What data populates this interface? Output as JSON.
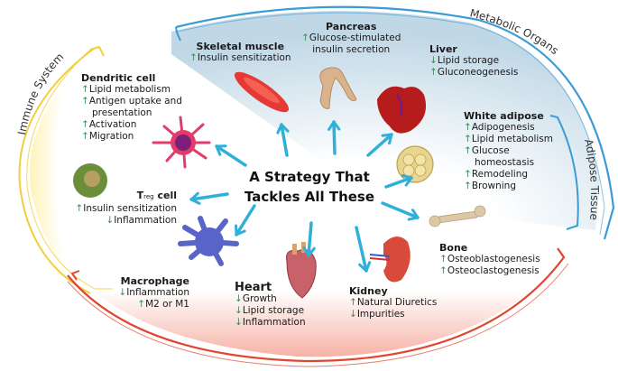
{
  "center": {
    "line1": "A Strategy That",
    "line2": "Tackles All These"
  },
  "groups": {
    "immune": {
      "label": "Immune System",
      "color": "#f2cf3a"
    },
    "metabolic": {
      "label": "Metabolic Organs",
      "color": "#3a9bd5"
    },
    "adipose": {
      "label": "Adipose Tissue",
      "color": "#3a9bd5"
    },
    "bottom": {
      "color": "#e0452f"
    }
  },
  "arrow_color": "#2fb0d8",
  "effect_color": "#3b8a5a",
  "targets": {
    "skeletal_muscle": {
      "title": "Skeletal muscle",
      "effects": [
        {
          "dir": "up",
          "text": "Insulin sensitization"
        }
      ]
    },
    "pancreas": {
      "title": "Pancreas",
      "effects": [
        {
          "dir": "up",
          "text": "Glucose-stimulated"
        },
        {
          "dir": "none",
          "text": "insulin secretion"
        }
      ]
    },
    "liver": {
      "title": "Liver",
      "effects": [
        {
          "dir": "down",
          "text": "Lipid storage"
        },
        {
          "dir": "up",
          "text": "Gluconeogenesis"
        }
      ]
    },
    "white_adipose": {
      "title": "White adipose",
      "effects": [
        {
          "dir": "up",
          "text": "Adipogenesis"
        },
        {
          "dir": "up",
          "text": "Lipid metabolism"
        },
        {
          "dir": "up",
          "text": "Glucose"
        },
        {
          "dir": "none",
          "text": "homeostasis"
        },
        {
          "dir": "up",
          "text": "Remodeling"
        },
        {
          "dir": "up",
          "text": "Browning"
        }
      ]
    },
    "bone": {
      "title": "Bone",
      "effects": [
        {
          "dir": "up",
          "text": "Osteoblastogenesis"
        },
        {
          "dir": "up",
          "text": "Osteoclastogenesis"
        }
      ]
    },
    "kidney": {
      "title": "Kidney",
      "effects": [
        {
          "dir": "up",
          "text": "Natural Diuretics"
        },
        {
          "dir": "down",
          "text": "Impurities"
        }
      ]
    },
    "heart": {
      "title": "Heart",
      "effects": [
        {
          "dir": "down",
          "text": "Growth"
        },
        {
          "dir": "down",
          "text": "Lipid storage"
        },
        {
          "dir": "down",
          "text": "Inflammation"
        }
      ]
    },
    "macrophage": {
      "title": "Macrophage",
      "effects": [
        {
          "dir": "down",
          "text": "Inflammation"
        },
        {
          "dir": "up",
          "text": "M2 or M1"
        }
      ]
    },
    "treg": {
      "title_main": "T",
      "title_sub": "reg",
      "title_rest": " cell",
      "effects": [
        {
          "dir": "up",
          "text": "Insulin sensitization"
        },
        {
          "dir": "down",
          "text": "Inflammation"
        }
      ]
    },
    "dendritic": {
      "title": "Dendritic cell",
      "effects": [
        {
          "dir": "up",
          "text": "Lipid metabolism"
        },
        {
          "dir": "up",
          "text": "Antigen uptake and"
        },
        {
          "dir": "none",
          "text": "presentation"
        },
        {
          "dir": "up",
          "text": "Activation"
        },
        {
          "dir": "up",
          "text": "Migration"
        }
      ]
    }
  }
}
